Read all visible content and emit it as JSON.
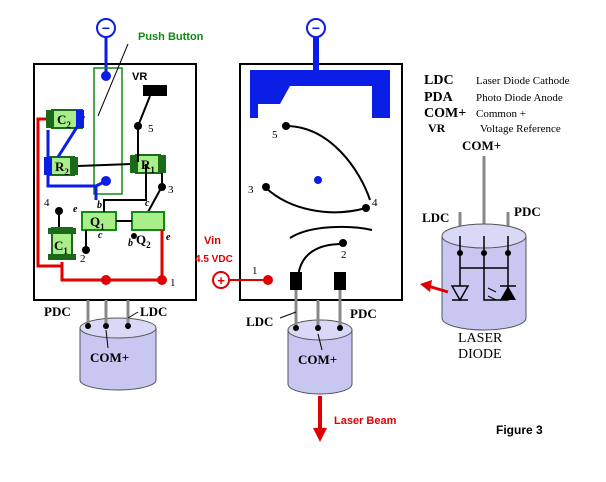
{
  "colors": {
    "red": "#e00000",
    "blue": "#0a1ee6",
    "green": "#118a11",
    "lightgreen": "#a8ee8a",
    "darkgreen": "#1a6a1a",
    "lavender": "#c7c7f2",
    "black": "#000000"
  },
  "left_board": {
    "push_button": "Push Button",
    "vr": "VR",
    "c2": "C",
    "c2_sub": "2",
    "r2": "R",
    "r2_sub": "2",
    "r1": "R",
    "r1_sub": "1",
    "q1": "Q",
    "q1_sub": "1",
    "q2": "Q",
    "q2_sub": "2",
    "c1": "C",
    "c1_sub": "1",
    "n5": "5",
    "n4": "4",
    "n3": "3",
    "n2": "2",
    "n1": "1",
    "pin_b1": "b",
    "pin_c1": "c",
    "pin_e1": "e",
    "pin_b2": "b",
    "pin_c2": "c",
    "pin_e2": "e",
    "pin_e_c2": "e",
    "pin_b_r1": "b"
  },
  "left_diode": {
    "pdc": "PDC",
    "ldc": "LDC",
    "com": "COM+"
  },
  "mid_board": {
    "n5": "5",
    "n3": "3",
    "n4": "4",
    "n2": "2",
    "n1": "1",
    "vin": "Vin",
    "vdc": "4.5 VDC",
    "ldc": "LDC",
    "pdc": "PDC",
    "com": "COM+",
    "laser_beam": "Laser Beam"
  },
  "legend": {
    "items": [
      {
        "abbr": "LDC",
        "desc": "Laser Diode Cathode"
      },
      {
        "abbr": "PDA",
        "desc": "Photo Diode Anode"
      },
      {
        "abbr": "COM+",
        "desc": "Common +"
      },
      {
        "abbr": "VR",
        "desc": "Voltage Reference"
      }
    ]
  },
  "right_diode": {
    "com": "COM+",
    "ldc": "LDC",
    "pdc": "PDC",
    "laser": "LASER",
    "diode": "DIODE"
  },
  "minus": "−",
  "plus": "+",
  "figure": "Figure 3"
}
